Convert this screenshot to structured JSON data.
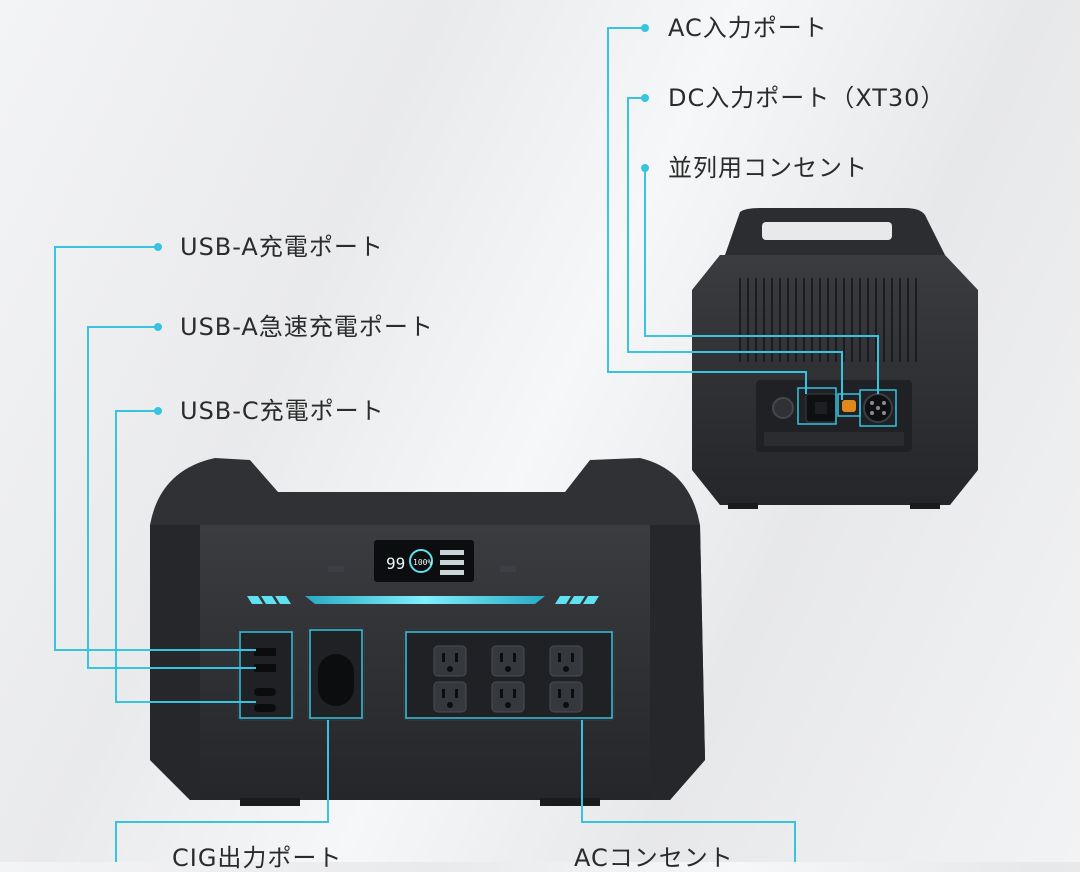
{
  "labels": {
    "ac_input": "AC入力ポート",
    "dc_input": "DC入力ポート（XT30）",
    "parallel_outlet": "並列用コンセント",
    "usb_a": "USB-A充電ポート",
    "usb_a_fast": "USB-A急速充電ポート",
    "usb_c": "USB-C充電ポート",
    "cig_output": "CIG出力ポート",
    "ac_outlet": "ACコンセント"
  },
  "display": {
    "left_value": "99",
    "center_value": "100%"
  },
  "colors": {
    "callout_line": "#38c4e0",
    "body": "#2e3033",
    "accent_glow": "#5fe1f2",
    "orange_led": "#e08a1e"
  }
}
